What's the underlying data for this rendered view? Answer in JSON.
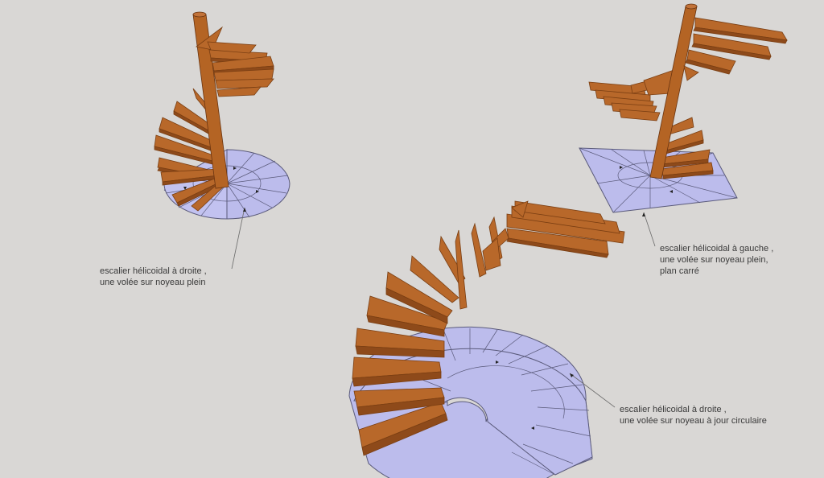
{
  "colors": {
    "background": "#d9d7d5",
    "tread": "#b8682a",
    "tread_edge": "#7a3e12",
    "tread_side": "#8e4a1a",
    "post": "#b46424",
    "plan": "#bcbcec",
    "plan_line": "#5a5a7a",
    "leader": "#6a6a6a",
    "text": "#3a3a3a"
  },
  "annotations": [
    {
      "lines": [
        "escalier  hélicoidal  à droite ,",
        " une volée sur noyeau plein"
      ]
    },
    {
      "lines": [
        "escalier  hélicoidal  à gauche ,",
        "une volée sur noyeau plein,",
        "plan carré"
      ]
    },
    {
      "lines": [
        "escalier  hélicoidal  à droite ,",
        "une volée sur noyeau à jour circulaire"
      ]
    }
  ]
}
